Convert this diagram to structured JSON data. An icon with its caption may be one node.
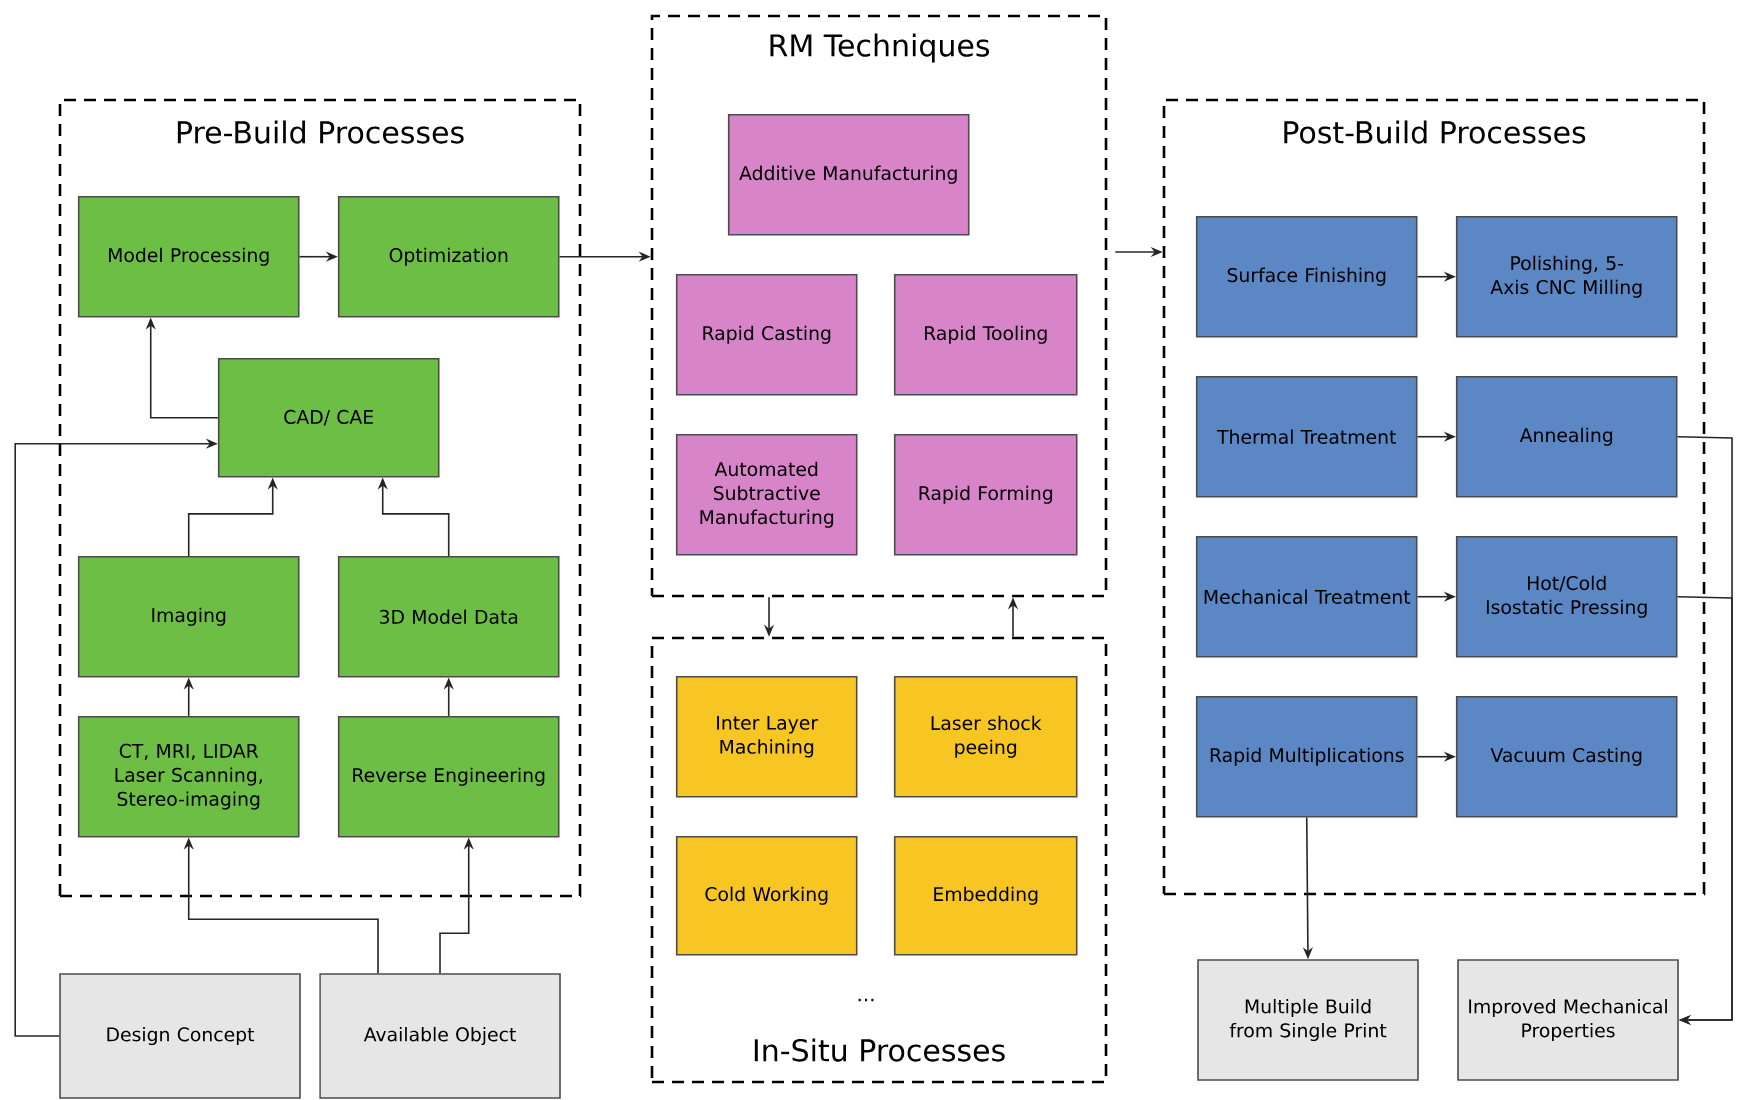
{
  "diagram": {
    "nodes": [
      {
        "text": [
          "Pre-Build Processes"
        ]
      },
      {
        "text": [
          "Model Processing"
        ],
        "in": 0
      },
      {
        "text": [
          "Optimization"
        ],
        "in": 0
      },
      {
        "text": [
          "CAD/ CAE"
        ],
        "in": 0
      },
      {
        "text": [
          "Imaging"
        ],
        "in": 0
      },
      {
        "text": [
          "3D Model Data"
        ],
        "in": 0
      },
      {
        "text": [
          "CT, MRI, LIDAR Laser Scanning, Stereo-imaging"
        ],
        "in": 0
      },
      {
        "text": [
          "Reverse Engineering"
        ],
        "in": 0
      },
      {
        "text": [
          "Design Concept"
        ]
      },
      {
        "text": [
          "Available Object"
        ]
      },
      {
        "text": [
          "RM Techniques"
        ]
      },
      {
        "text": [
          "Additive Manufacturing"
        ],
        "in": 10
      },
      {
        "text": [
          "Rapid Casting"
        ],
        "in": 10
      },
      {
        "text": [
          "Rapid Tooling"
        ],
        "in": 10
      },
      {
        "text": [
          "Automated Subtractive Manufacturing"
        ],
        "in": 10
      },
      {
        "text": [
          "Rapid Forming"
        ],
        "in": 10
      },
      {
        "text": [
          "In-Situ Processes"
        ]
      },
      {
        "text": [
          "Inter Layer Machining"
        ],
        "in": 16
      },
      {
        "text": [
          "Laser shock peeing"
        ],
        "in": 16
      },
      {
        "text": [
          "Cold Working"
        ],
        "in": 16
      },
      {
        "text": [
          "Embedding"
        ],
        "in": 16
      },
      {
        "text": [
          "Post-Build Processes"
        ]
      },
      {
        "text": [
          "Surface Finishing"
        ],
        "in": 21
      },
      {
        "text": [
          "Polishing, 5-Axis CNC Milling"
        ],
        "in": 21
      },
      {
        "text": [
          "Thermal Treatment"
        ],
        "in": 21
      },
      {
        "text": [
          "Annealing"
        ],
        "in": 21
      },
      {
        "text": [
          "Mechanical Treatment"
        ],
        "in": 21
      },
      {
        "text": [
          "Hot/Cold Isostatic Pressing"
        ],
        "in": 21
      },
      {
        "text": [
          "Rapid Multiplications"
        ],
        "in": 21
      },
      {
        "text": [
          "Vacuum Casting"
        ],
        "in": 21
      },
      {
        "text": [
          "Multiple Build from Single Print"
        ]
      },
      {
        "text": [
          "Improved Mechanical Properties"
        ]
      }
    ],
    "edges": [
      {
        "from": 1,
        "to": 2,
        "arrow": "to"
      },
      {
        "from": 2,
        "to": 10,
        "arrow": "to"
      },
      {
        "from": 3,
        "to": 1,
        "arrow": "to"
      },
      {
        "from": 8,
        "to": 3,
        "arrow": "to"
      },
      {
        "from": 4,
        "to": 3,
        "arrow": "to"
      },
      {
        "from": 5,
        "to": 3,
        "arrow": "to"
      },
      {
        "from": 6,
        "to": 4,
        "arrow": "to"
      },
      {
        "from": 7,
        "to": 5,
        "arrow": "to"
      },
      {
        "from": 9,
        "to": 6,
        "arrow": "to"
      },
      {
        "from": 9,
        "to": 7,
        "arrow": "to"
      },
      {
        "from": 10,
        "to": 16,
        "arrow": "to"
      },
      {
        "from": 16,
        "to": 10,
        "arrow": "to"
      },
      {
        "from": 10,
        "to": 21,
        "arrow": "to"
      },
      {
        "from": 22,
        "to": 23,
        "arrow": "to"
      },
      {
        "from": 24,
        "to": 25,
        "arrow": "to"
      },
      {
        "from": 26,
        "to": 27,
        "arrow": "to"
      },
      {
        "from": 28,
        "to": 29,
        "arrow": "to"
      },
      {
        "from": 28,
        "to": 30,
        "arrow": "to"
      },
      {
        "from": 25,
        "to": 31,
        "arrow": "to"
      },
      {
        "from": 27,
        "to": 31,
        "arrow": "to"
      }
    ],
    "labels": [
      "..."
    ]
  }
}
